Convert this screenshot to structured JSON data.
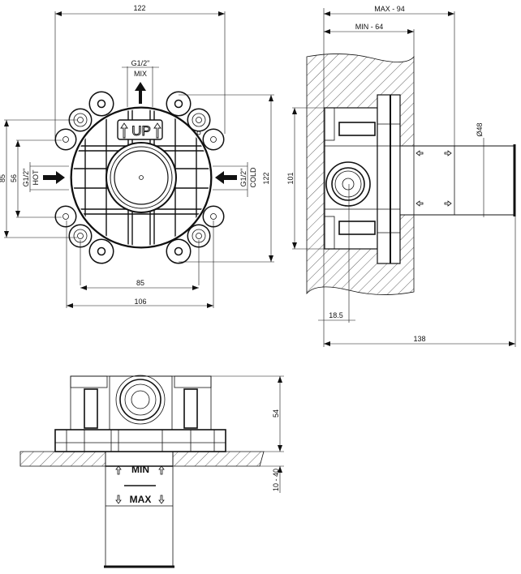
{
  "front_view": {
    "width_122": "122",
    "mix_thread": "G1/2\"",
    "mix_label": "MIX",
    "up_label": "UP",
    "hot_thread": "G1/2\"",
    "hot_label": "HOT",
    "cold_thread": "G1/2\"",
    "cold_label": "COLD",
    "height_85": "85",
    "height_56": "56",
    "height_122": "122",
    "width_85": "85",
    "width_106": "106"
  },
  "side_view": {
    "max_depth": "MAX - 94",
    "min_depth": "MIN - 64",
    "height_101": "101",
    "diameter_48": "Ø48",
    "offset_18_5": "18.5",
    "total_138": "138"
  },
  "top_view": {
    "height_54": "54",
    "range_10_40": "10 - 40",
    "min_label": "MIN",
    "max_label": "MAX"
  }
}
